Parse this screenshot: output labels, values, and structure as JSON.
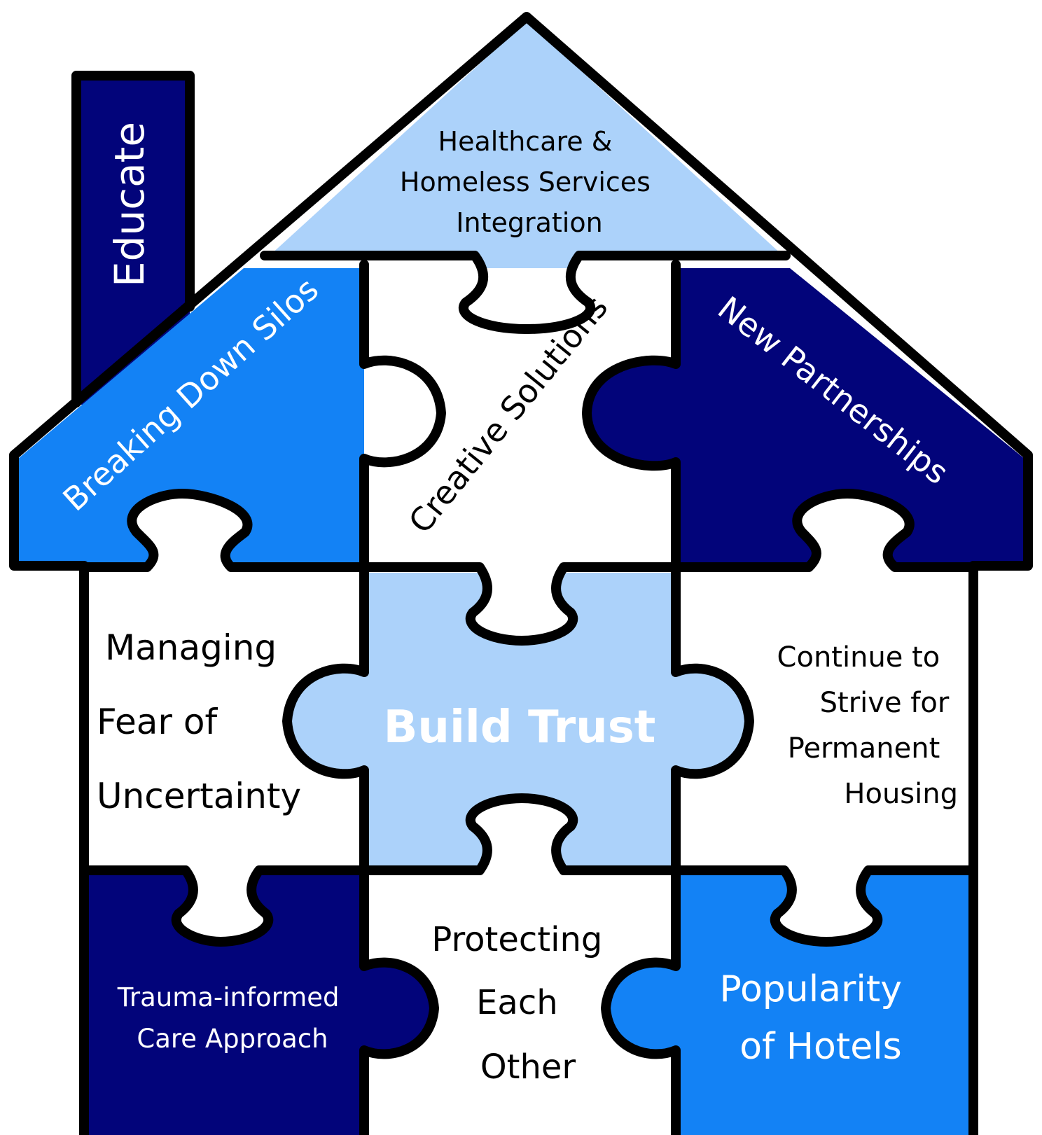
{
  "colors": {
    "navy": "#02047a",
    "bright_blue": "#1382f5",
    "light_blue": "#acd2fa",
    "white": "#ffffff",
    "outline": "#000000"
  },
  "pieces": {
    "chimney": {
      "label": "Educate",
      "fill": "navy"
    },
    "roof_peak": {
      "lines": [
        "Healthcare &",
        "Homeless Services",
        "Integration"
      ],
      "fill": "light_blue"
    },
    "roof_left": {
      "label": "Breaking Down Silos",
      "fill": "bright_blue"
    },
    "roof_center": {
      "label": "Creative Solutions",
      "fill": "white"
    },
    "roof_right": {
      "label": "New Partnerships",
      "fill": "navy"
    },
    "middle_left": {
      "lines": [
        "Managing",
        "Fear of",
        "Uncertainty"
      ],
      "fill": "white"
    },
    "middle_center": {
      "label": "Build Trust",
      "fill": "light_blue"
    },
    "middle_right": {
      "lines": [
        "Continue to",
        "Strive for",
        "Permanent",
        "Housing"
      ],
      "fill": "white"
    },
    "bottom_left": {
      "lines": [
        "Trauma-informed",
        "Care Approach"
      ],
      "fill": "navy"
    },
    "bottom_center": {
      "lines": [
        "Protecting",
        "Each",
        "Other"
      ],
      "fill": "white"
    },
    "bottom_right": {
      "lines": [
        "Popularity",
        "of Hotels"
      ],
      "fill": "bright_blue"
    }
  }
}
